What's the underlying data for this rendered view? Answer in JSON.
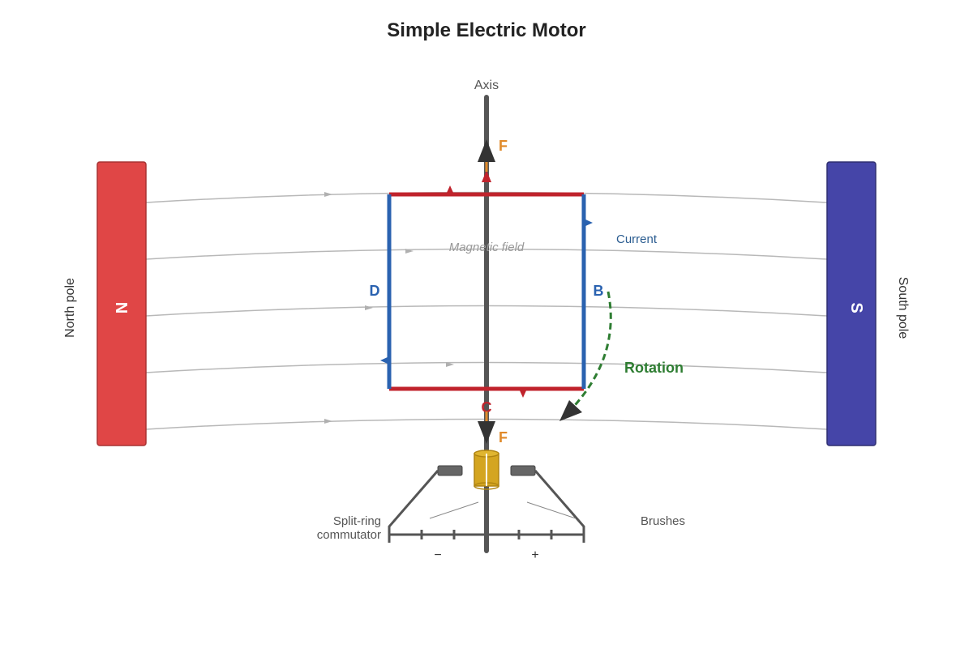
{
  "title": "Simple Electric Motor",
  "magnets": {
    "north": {
      "letter": "N",
      "label": "North pole",
      "color": "#E04646"
    },
    "south": {
      "letter": "S",
      "label": "South pole",
      "color": "#4545A8"
    }
  },
  "axis": {
    "label": "Axis"
  },
  "coil": {
    "side_b": "B",
    "side_c": "C",
    "side_d": "D",
    "current_label": "Current",
    "color_top_bottom": "#C0232C",
    "color_sides": "#2A62B0"
  },
  "field": {
    "label": "Magnetic field"
  },
  "forces": {
    "label": "F",
    "color": "#E08A2A"
  },
  "rotation": {
    "label": "Rotation",
    "color": "#2E7D32"
  },
  "commutator": {
    "label_line1": "Split-ring",
    "label_line2": "commutator",
    "color": "#D4A520"
  },
  "brushes": {
    "label": "Brushes"
  },
  "battery": {
    "minus": "−",
    "plus": "+"
  }
}
